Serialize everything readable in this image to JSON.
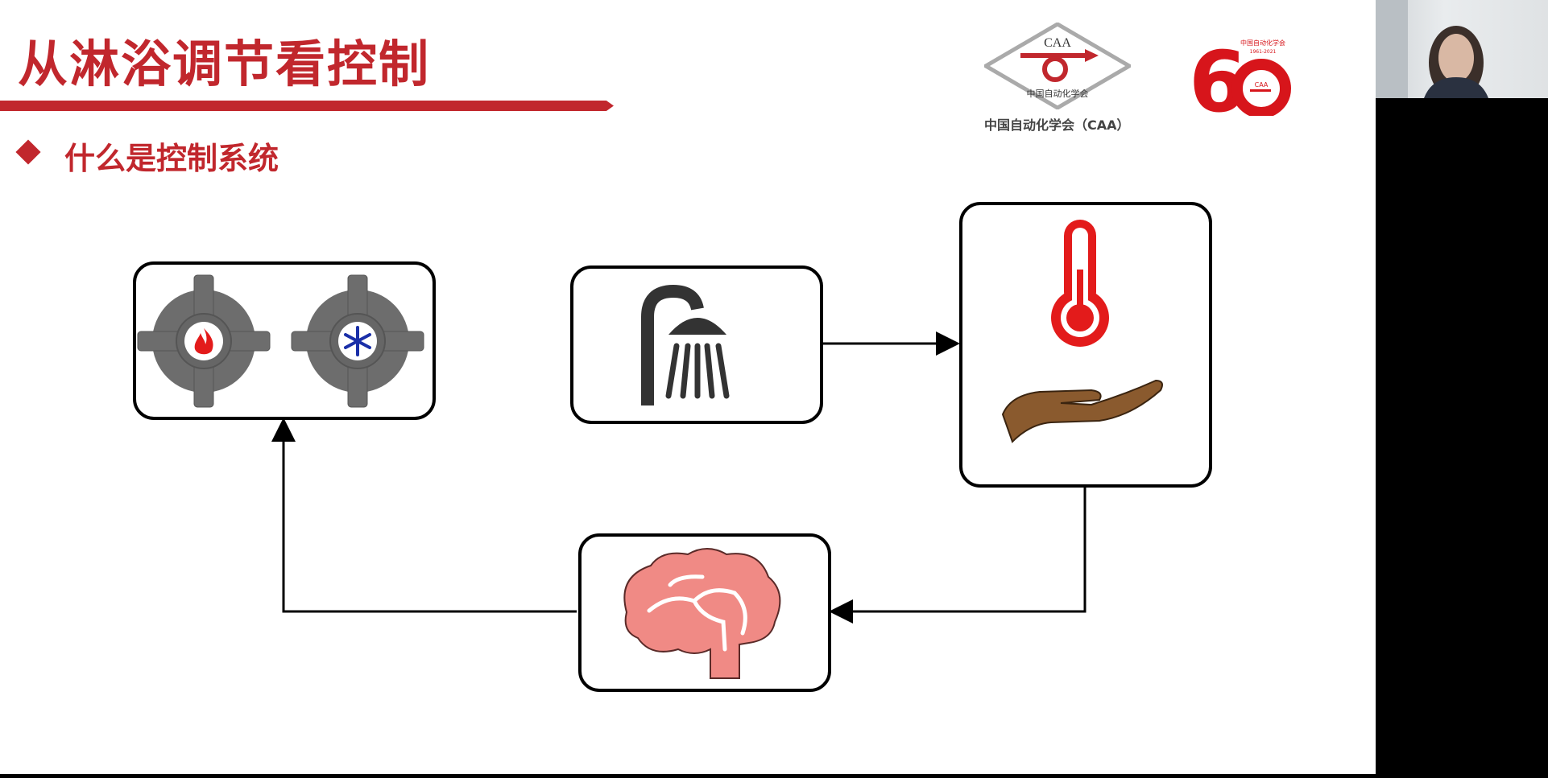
{
  "slide": {
    "title": "从淋浴调节看控制",
    "subtitle": "什么是控制系统",
    "logo_caption": "中国自动化学会（CAA）",
    "logo_text": "CAA",
    "logo_ring_text": "中国自动化学会",
    "sixty_logo": {
      "number": "60",
      "org": "中国自动化学会",
      "years": "1961-2021",
      "inner": "CAA"
    }
  },
  "diagram": {
    "nodes": [
      {
        "id": "valves",
        "icon": "hot-cold-valves-icon"
      },
      {
        "id": "shower",
        "icon": "shower-head-icon"
      },
      {
        "id": "sensor",
        "icon": "thermometer-hand-icon"
      },
      {
        "id": "brain",
        "icon": "brain-icon"
      }
    ],
    "edges": [
      [
        "shower",
        "sensor"
      ],
      [
        "sensor",
        "brain"
      ],
      [
        "brain",
        "valves"
      ]
    ]
  },
  "colors": {
    "accent": "#c1272d",
    "valve": "#6d6d6d",
    "flame": "#e31b1b",
    "snow": "#1a2fa8",
    "brain": "#f08a85",
    "hand": "#8a5a2e"
  }
}
